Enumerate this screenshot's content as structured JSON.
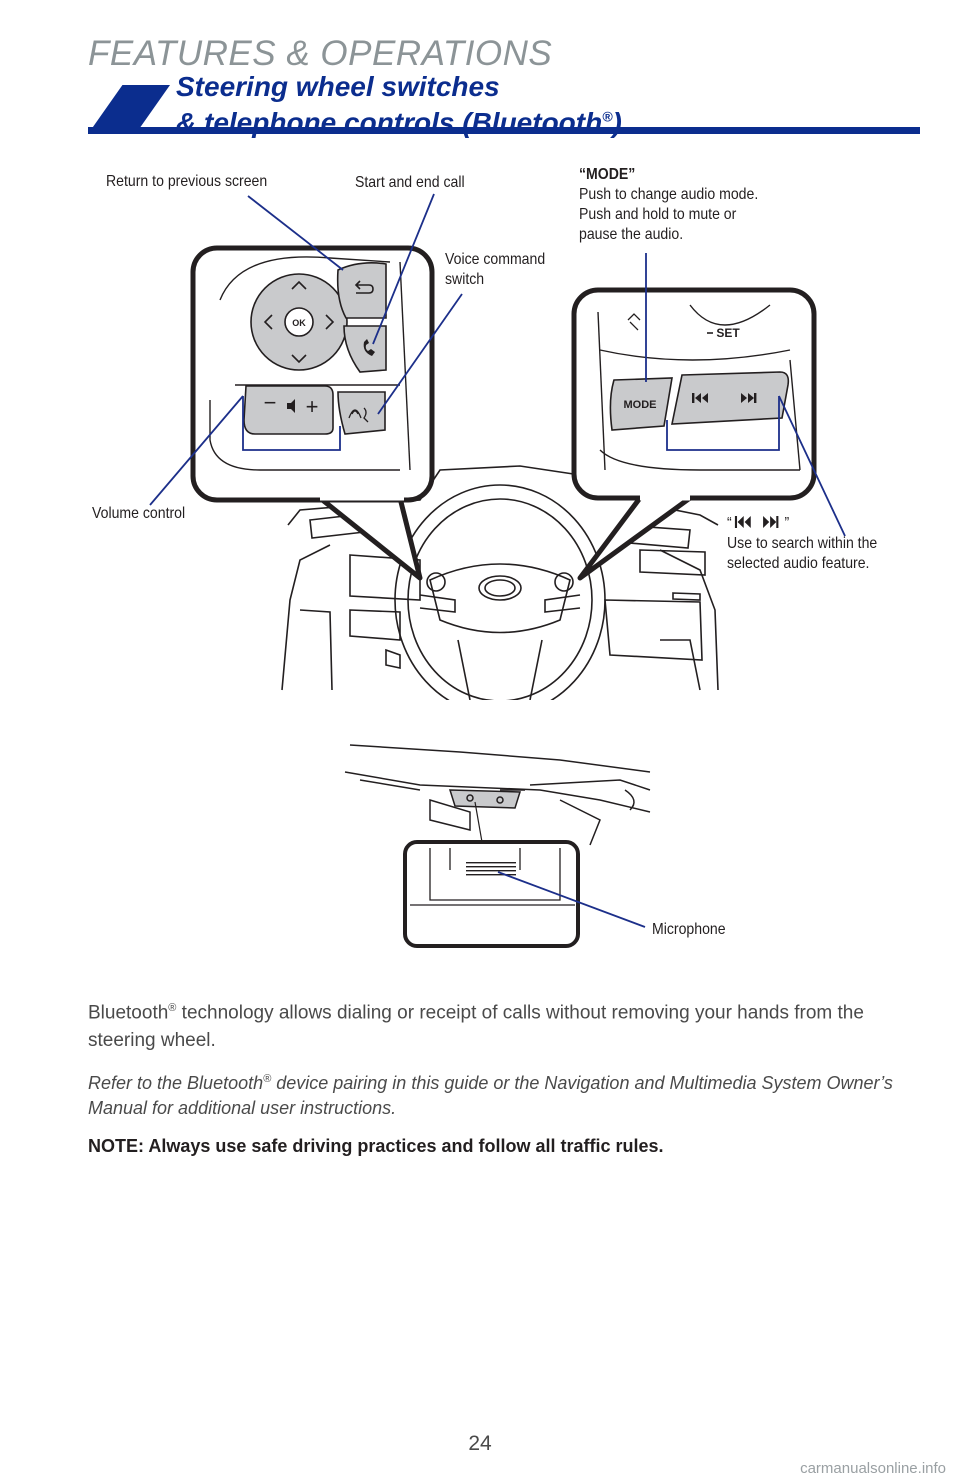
{
  "header": {
    "section": "FEATURES & OPERATIONS",
    "title_line1": "Steering wheel switches",
    "title_line2_prefix": "& telephone controls (Bluetooth",
    "title_sup": "®",
    "title_line2_suffix": ")"
  },
  "callouts": {
    "return": "Return to previous screen",
    "call": "Start and end call",
    "voice_line1": "Voice command",
    "voice_line2": "switch",
    "mode_title": "“MODE”",
    "mode_line1": "Push to change audio mode.",
    "mode_line2": "Push and hold to mute or",
    "mode_line3": "pause the audio.",
    "volume": "Volume control",
    "seek_open": "“",
    "seek_close": "”",
    "seek_line1": "Use to search within the",
    "seek_line2": "selected audio feature.",
    "microphone": "Microphone"
  },
  "button_labels": {
    "ok": "OK",
    "mode": "MODE",
    "set": "SET",
    "minus": "−",
    "plus": "+"
  },
  "body": {
    "p1_prefix": "Bluetooth",
    "p1_sup": "®",
    "p1_suffix": " technology allows dialing or receipt of calls without removing your hands from the steering wheel.",
    "p2_prefix": "Refer to the Bluetooth",
    "p2_sup": "®",
    "p2_suffix": " device pairing in this guide or the Navigation and Multimedia System Owner’s Manual for additional user instructions.",
    "note": "NOTE: Always use safe driving practices and follow all traffic rules."
  },
  "page_number": "24",
  "watermark": "carmanualsonline.info",
  "icons": [
    "back-arrow-icon",
    "phone-icon",
    "voice-command-icon",
    "mute-icon",
    "seek-previous-icon",
    "seek-next-icon",
    "chevron-up-icon",
    "chevron-down-icon",
    "chevron-left-icon",
    "chevron-right-icon"
  ],
  "colors": {
    "accent": "#0b2d8e",
    "callout_line": "#1c2f8a",
    "button_fill": "#c9cacc"
  }
}
